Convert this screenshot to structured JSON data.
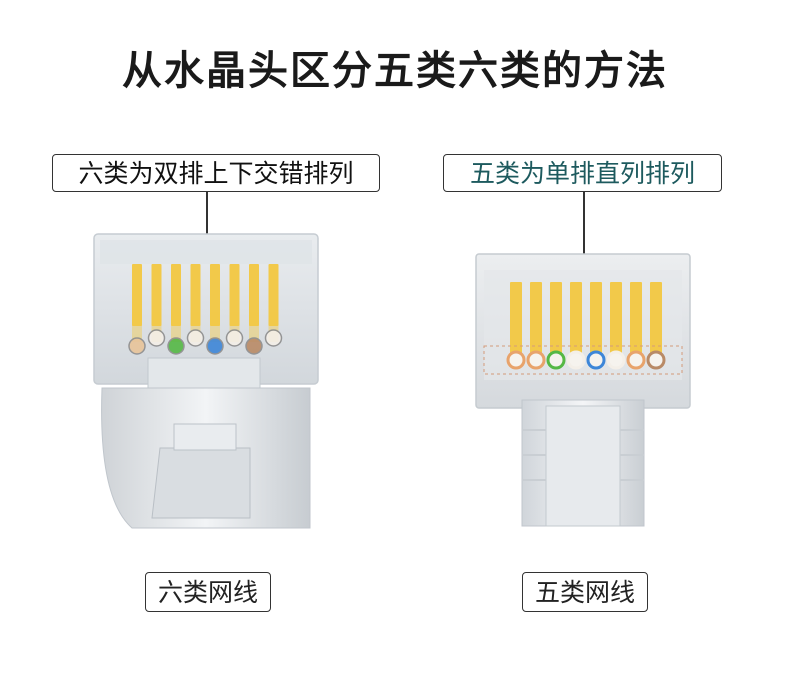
{
  "title": "从水晶头区分五类六类的方法",
  "left": {
    "callout": "六类为双排上下交错排列",
    "caption": "六类网线"
  },
  "right": {
    "callout": "五类为单排直列排列",
    "caption": "五类网线"
  },
  "colors": {
    "pin_gold": "#f2c94a",
    "wire_orange": "#e8a36b",
    "wire_green": "#55b845",
    "wire_blue": "#3d86d8",
    "wire_brown": "#b98a66",
    "callout_right_text": "#1d5a5e"
  }
}
